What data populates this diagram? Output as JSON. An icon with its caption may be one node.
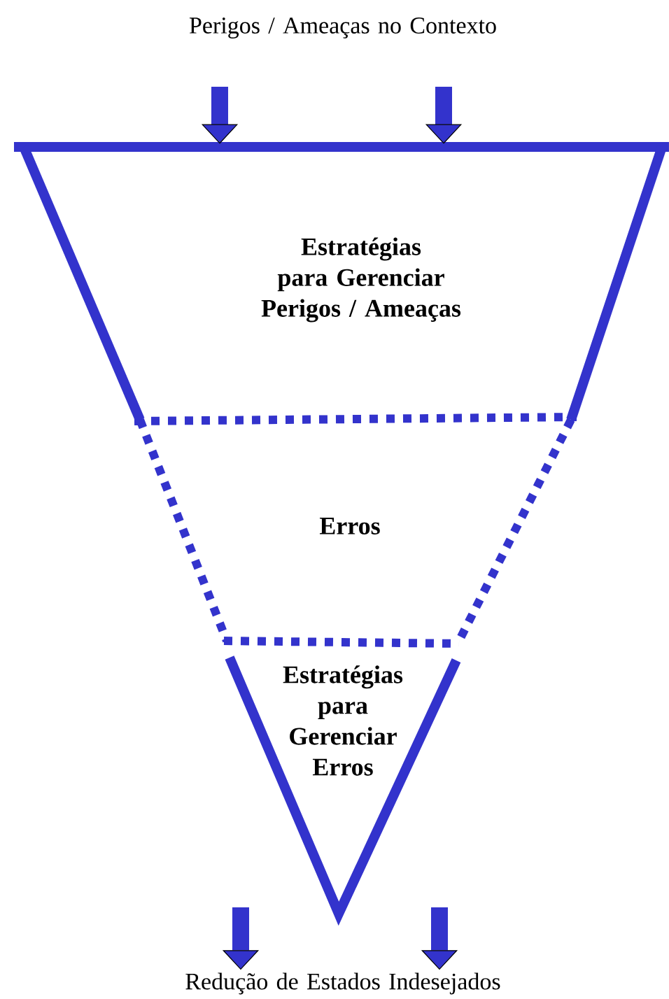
{
  "diagram": {
    "nodes": [
      {
        "text": [
          "Perigos / Ameaças no Contexto"
        ]
      },
      {
        "text": [
          "Estratégias para Gerenciar Perigos / Ameaças"
        ]
      },
      {
        "text": [
          "Erros"
        ]
      },
      {
        "text": [
          "Estratégias para Gerenciar Erros"
        ]
      },
      {
        "text": [
          "Redução de Estados Indesejados"
        ]
      }
    ],
    "edges": [
      {
        "from": null,
        "to": 1,
        "arrow": "to"
      },
      {
        "from": null,
        "to": 1,
        "arrow": "to"
      },
      {
        "from": 3,
        "to": 4,
        "arrow": "to"
      },
      {
        "from": 3,
        "to": 4,
        "arrow": "to"
      }
    ]
  }
}
